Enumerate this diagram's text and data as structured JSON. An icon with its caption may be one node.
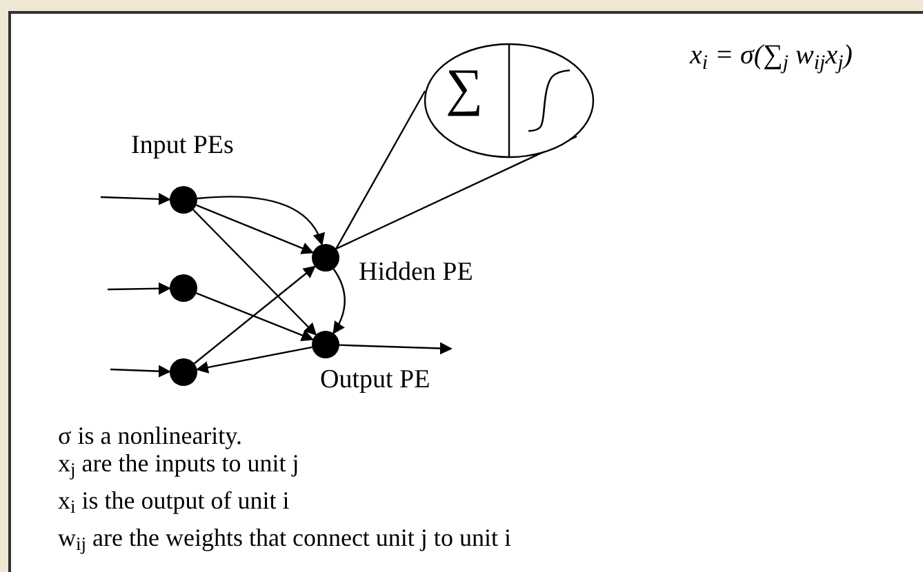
{
  "diagram": {
    "nodes": [
      {
        "text": [],
        "shape": "circle"
      },
      {
        "text": [],
        "shape": "circle"
      },
      {
        "text": [],
        "shape": "circle"
      },
      {
        "text": [],
        "shape": "circle",
        "beside": [
          "Hidden PE"
        ]
      },
      {
        "text": [],
        "shape": "circle",
        "beside": [
          "Output PE"
        ]
      },
      {
        "text": [
          "∑"
        ]
      }
    ],
    "edges": [
      {
        "from": null,
        "to": 0,
        "arrow": "to"
      },
      {
        "from": null,
        "to": 1,
        "arrow": "to"
      },
      {
        "from": null,
        "to": 2,
        "arrow": "to"
      },
      {
        "from": 0,
        "to": 3,
        "arrow": "to"
      },
      {
        "from": 0,
        "to": 3,
        "arrow": "to"
      },
      {
        "from": 0,
        "to": 4,
        "arrow": "to"
      },
      {
        "from": 1,
        "to": 4,
        "arrow": "to"
      },
      {
        "from": 2,
        "to": 3,
        "arrow": "to"
      },
      {
        "from": 4,
        "to": 2,
        "arrow": "to"
      },
      {
        "from": 3,
        "to": 4,
        "arrow": "to"
      },
      {
        "from": 4,
        "to": null,
        "arrow": "to"
      },
      {
        "from": 5,
        "to": 3,
        "arrow": "none"
      },
      {
        "from": 5,
        "to": 3,
        "arrow": "none"
      }
    ],
    "labels": [
      "Input PEs",
      "x$_{i}$ = σ(∑$_{j}$ w$_{ij}$x$_{j}$)",
      "σ is a nonlinearity.",
      "x$_{j}$ are the inputs to unit j",
      "x$_{i}$ is the output of unit i",
      "w$_{ij}$ are the weights that connect unit j to unit i"
    ]
  }
}
